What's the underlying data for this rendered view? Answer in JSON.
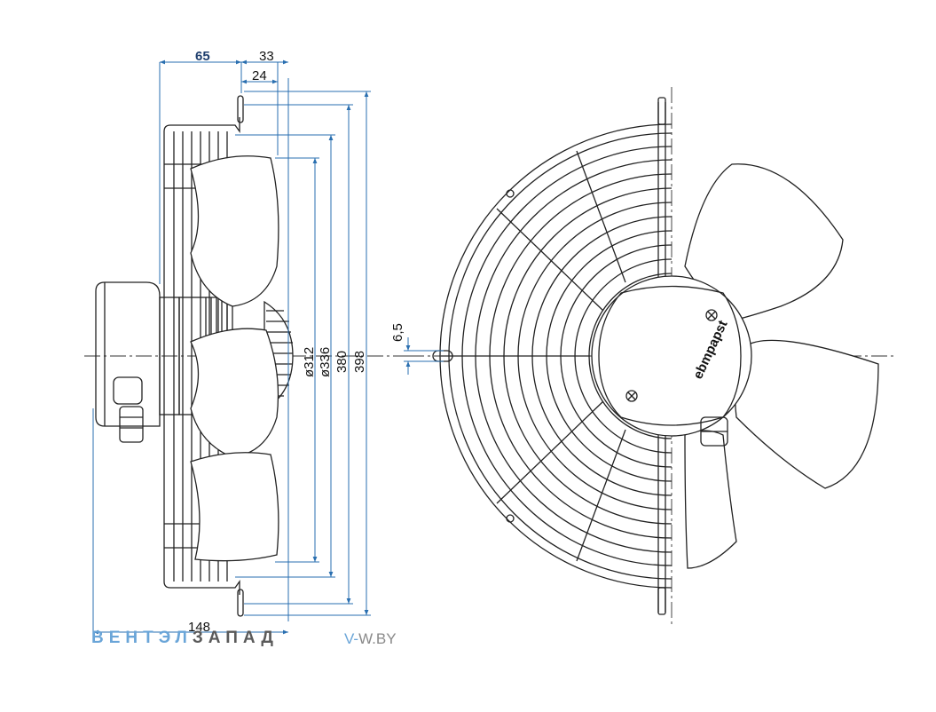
{
  "dimensions": {
    "d65": "65",
    "d33": "33",
    "d24": "24",
    "d148": "148",
    "d6_5": "6,5",
    "d312": "ø312",
    "d336": "ø336",
    "d380": "380",
    "d398": "398"
  },
  "motor_label": "ebmpapst",
  "watermark": {
    "brand_part1": "ВЕНТЭЛ",
    "brand_part2": "ЗАПАД",
    "site_part1": "V-",
    "site_part2": "W.BY"
  },
  "colors": {
    "dimension_line": "#2a6fb0",
    "outline": "#222222",
    "brand_blue": "#6aa5d8",
    "brand_gray": "#5a5a5a"
  }
}
